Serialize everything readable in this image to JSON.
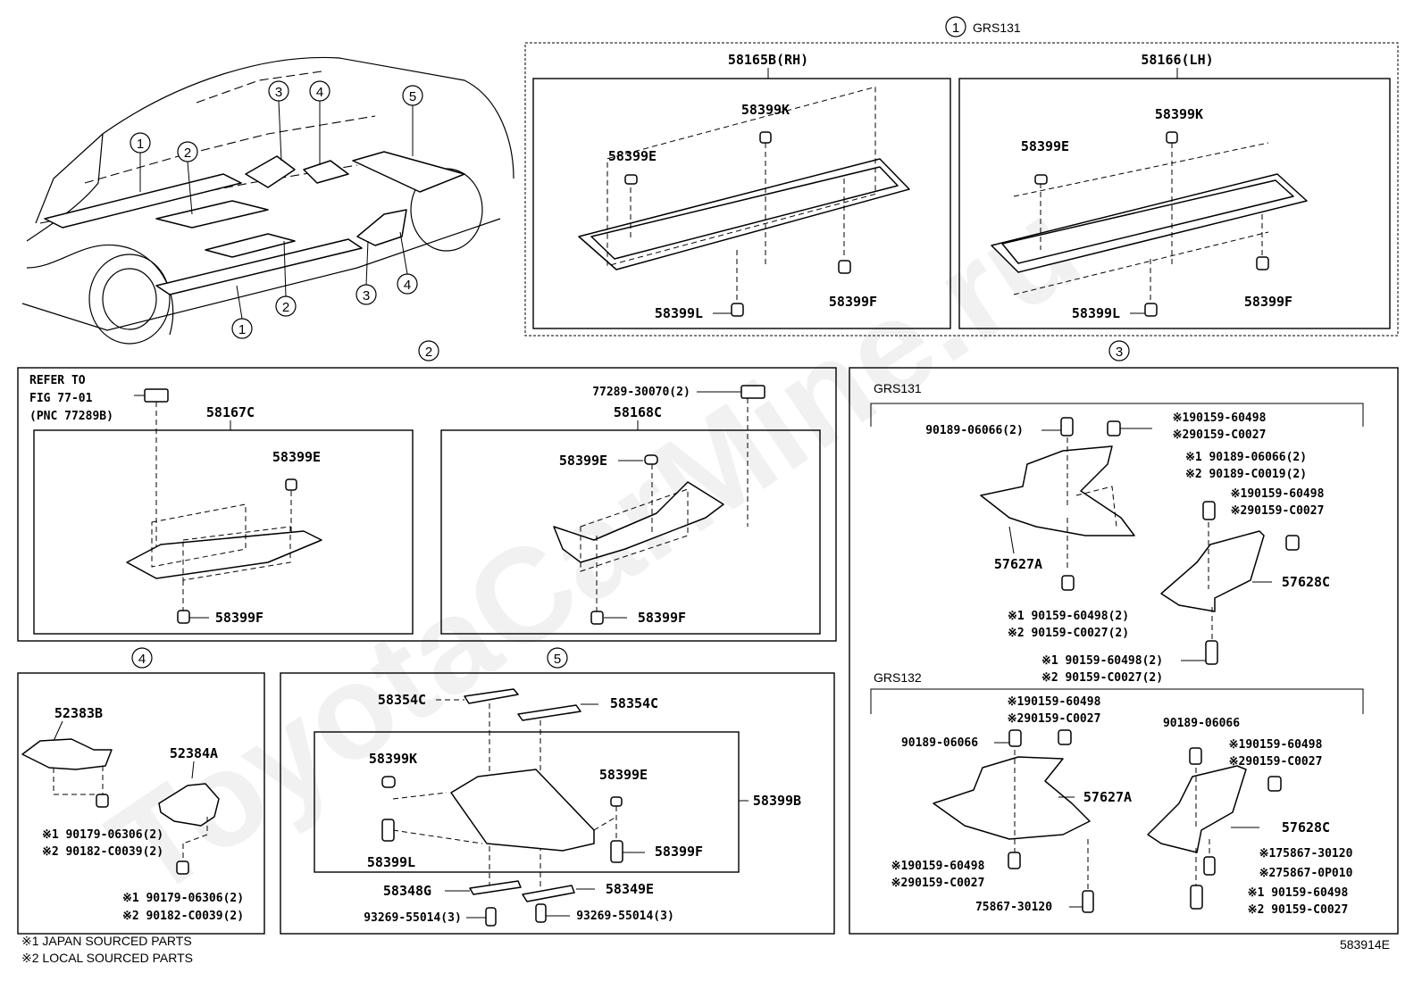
{
  "sections": {
    "s1": {
      "number": "1",
      "variant": "GRS131"
    },
    "s2": {
      "number": "2"
    },
    "s3": {
      "number": "3",
      "variant_a": "GRS131",
      "variant_b": "GRS132"
    },
    "s4": {
      "number": "4"
    },
    "s5": {
      "number": "5"
    }
  },
  "overview": {
    "callouts": [
      "1",
      "2",
      "3",
      "4",
      "5",
      "1",
      "2",
      "3",
      "4"
    ]
  },
  "s1_parts": {
    "rh_title": "58165B(RH)",
    "lh_title": "58166(LH)",
    "rh_k": "58399K",
    "rh_e": "58399E",
    "rh_l": "58399L",
    "rh_f": "58399F",
    "lh_k": "58399K",
    "lh_e": "58399E",
    "lh_l": "58399L",
    "lh_f": "58399F"
  },
  "s2_parts": {
    "refer_1": "REFER TO",
    "refer_2": "FIG 77-01",
    "refer_3": "(PNC 77289B)",
    "left_title": "58167C",
    "left_e": "58399E",
    "left_f": "58399F",
    "right_clip": "77289-30070(2)",
    "right_title": "58168C",
    "right_e": "58399E",
    "right_f": "58399F"
  },
  "s3_parts": {
    "a_nut": "90189-06066(2)",
    "a_bolt1_1": "※190159-60498",
    "a_bolt1_2": "※290159-C0027",
    "a_nut2_1": "※1 90189-06066(2)",
    "a_nut2_2": "※2 90189-C0019(2)",
    "a_bolt2_1": "※190159-60498",
    "a_bolt2_2": "※290159-C0027",
    "a_part_left": "57627A",
    "a_part_right": "57628C",
    "a_bolt3_1": "※1 90159-60498(2)",
    "a_bolt3_2": "※2 90159-C0027(2)",
    "a_bolt4_1": "※1 90159-60498(2)",
    "a_bolt4_2": "※2 90159-C0027(2)",
    "b_bolt1_1": "※190159-60498",
    "b_bolt1_2": "※290159-C0027",
    "b_nut": "90189-06066",
    "b_nut_r": "90189-06066",
    "b_bolt2_1": "※190159-60498",
    "b_bolt2_2": "※290159-C0027",
    "b_part_left": "57627A",
    "b_part_right": "57628C",
    "b_bolt3_1": "※190159-60498",
    "b_bolt3_2": "※290159-C0027",
    "b_clip_1": "※175867-30120",
    "b_clip_2": "※275867-0P010",
    "b_clip_3": "75867-30120",
    "b_bolt4_1": "※1 90159-60498",
    "b_bolt4_2": "※2 90159-C0027"
  },
  "s4_parts": {
    "left_title": "52383B",
    "right_title": "52384A",
    "left_nut_1": "※1 90179-06306(2)",
    "left_nut_2": "※2 90182-C0039(2)",
    "right_nut_1": "※1 90179-06306(2)",
    "right_nut_2": "※2 90182-C0039(2)"
  },
  "s5_parts": {
    "strip_l": "58354C",
    "strip_r": "58354C",
    "k": "58399K",
    "l": "58399L",
    "e": "58399E",
    "f": "58399F",
    "main": "58399B",
    "g": "58348G",
    "e2": "58349E",
    "bolt_l": "93269-55014(3)",
    "bolt_r": "93269-55014(3)"
  },
  "footnotes": {
    "n1": "※1  JAPAN SOURCED PARTS",
    "n2": "※2  LOCAL SOURCED PARTS"
  },
  "diagram_code": "583914E",
  "watermark": "ToyotaCarMine.ru"
}
